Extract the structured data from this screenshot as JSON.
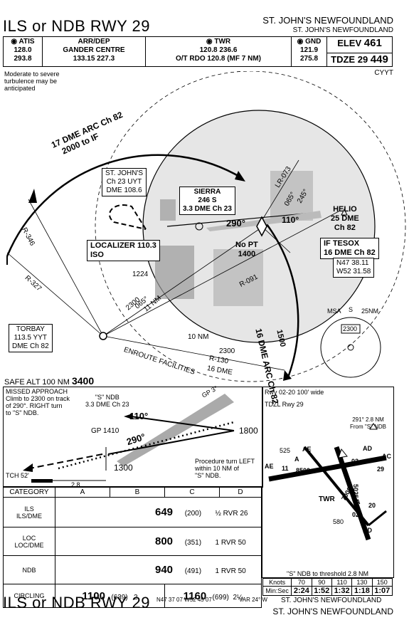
{
  "header": {
    "title": "ILS or NDB RWY 29",
    "city": "ST. JOHN'S NEWFOUNDLAND",
    "airport": "ST. JOHN'S  NEWFOUNDLAND",
    "ident": "CYYT"
  },
  "frequencies": {
    "atis_label": "ATIS",
    "atis_values": [
      "128.0",
      "293.8"
    ],
    "arr_label": "ARR/DEP",
    "arr_name": "GANDER CENTRE",
    "arr_values": "133.15  227.3",
    "twr_label": "TWR",
    "twr_values": "120.8  236.6",
    "twr_note": "O/T RDO 120.8 (MF 7 NM)",
    "gnd_label": "GND",
    "gnd_values": [
      "121.9",
      "275.8"
    ],
    "elev_label": "ELEV",
    "elev_value": "461",
    "tdze_label": "TDZE 29",
    "tdze_value": "449"
  },
  "plan": {
    "turbulence_note": [
      "Moderate to severe",
      "turbulence may be",
      "anticipated"
    ],
    "arc_top": [
      "17 DME ARC Ch 82",
      "2000 to IF"
    ],
    "arc_right": "16 DME ARC Ch 82",
    "arc_right_alt": "1500",
    "stjohns_box": [
      "ST. JOHN'S",
      "Ch 23 UYT",
      "DME 108.6"
    ],
    "sierra_box": [
      "SIERRA",
      "246 S",
      "3.3 DME Ch 23"
    ],
    "localizer_box": [
      "LOCALIZER 110.3",
      "ISO"
    ],
    "helio": [
      "HELIO",
      "25 DME",
      "Ch 82"
    ],
    "iftesox_box": [
      "IF TESOX",
      "16 DME Ch 82"
    ],
    "iftesox_coords": [
      "N47 38.11",
      "W52 31.58"
    ],
    "nopt": [
      "No PT",
      "1400"
    ],
    "torbay_box": [
      "TORBAY",
      "113.5 YYT",
      "DME Ch 82"
    ],
    "radials": [
      "R-346",
      "R-327",
      "R-091",
      "R-130",
      "LR-073"
    ],
    "courses": [
      "290°",
      "110°",
      "065°",
      "245°",
      "065°"
    ],
    "misc": [
      "1224",
      "2300",
      "11 NM",
      "10 NM",
      "2300",
      "16 DME",
      "ENROUTE FACILITIES"
    ],
    "msa": [
      "MSA",
      "S",
      "25NM",
      "2300"
    ]
  },
  "profile": {
    "safe_alt_label": "SAFE ALT 100 NM",
    "safe_alt_value": "3400",
    "missed": [
      "MISSED APPROACH",
      "Climb to 2300 on track",
      "of 290°. RIGHT turn",
      "to \"S\" NDB."
    ],
    "s_ndb": [
      "\"S\" NDB",
      "3.3 DME Ch 23"
    ],
    "gp": "GP 3°",
    "gp1410": "GP 1410",
    "alt1800": "1800",
    "alt1300": "1300",
    "crs110": "110°",
    "crs290": "290°",
    "proc_turn": [
      "Procedure turn LEFT",
      "within 10 NM of",
      "\"S\" NDB."
    ],
    "tch": "TCH 52'",
    "dist": "2.8"
  },
  "airport_diagram": {
    "rwy_note": "Rwy 02-20 100' wide",
    "tdzl": "TDZL Rwy 29",
    "ndb_note": [
      "291° 2.8 NM",
      "From \"S\" NDB"
    ],
    "labels": [
      "525",
      "8500",
      "5025",
      "7000",
      "580",
      "TWR",
      "AE",
      "AE",
      "AD",
      "AD",
      "AC",
      "02",
      "02",
      "11",
      "20",
      "29",
      "A",
      "A"
    ]
  },
  "minimums": {
    "headers": [
      "CATEGORY",
      "A",
      "B",
      "C",
      "D"
    ],
    "rows": [
      {
        "name": [
          "ILS",
          "ILS/DME"
        ],
        "mda": "649",
        "hat": "(200)",
        "vis": "½  RVR 26"
      },
      {
        "name": [
          "LOC",
          "LOC/DME"
        ],
        "mda": "800",
        "hat": "(351)",
        "vis": "1  RVR 50"
      },
      {
        "name": [
          "NDB"
        ],
        "mda": "940",
        "hat": "(491)",
        "vis": "1  RVR 50"
      }
    ],
    "circling": {
      "name": "CIRCLING",
      "ab_mda": "1100",
      "ab_hat": "(639)",
      "ab_vis": "2",
      "cd_mda": "1160",
      "cd_hat": "(699)",
      "cd_vis": "2¼"
    }
  },
  "speed_table": {
    "caption": "\"S\" NDB to threshold 2.8 NM",
    "knots_label": "Knots",
    "knots": [
      "70",
      "90",
      "110",
      "130",
      "150"
    ],
    "time_label": "Min:Sec",
    "times": [
      "2:24",
      "1:52",
      "1:32",
      "1:18",
      "1:07"
    ]
  },
  "footer": {
    "title": "ILS or NDB RWY 29",
    "coords": "N47 37 07 W52 45 07",
    "var": "VAR 24° W",
    "city": "ST. JOHN'S NEWFOUNDLAND",
    "airport": "ST. JOHN'S NEWFOUNDLAND"
  }
}
